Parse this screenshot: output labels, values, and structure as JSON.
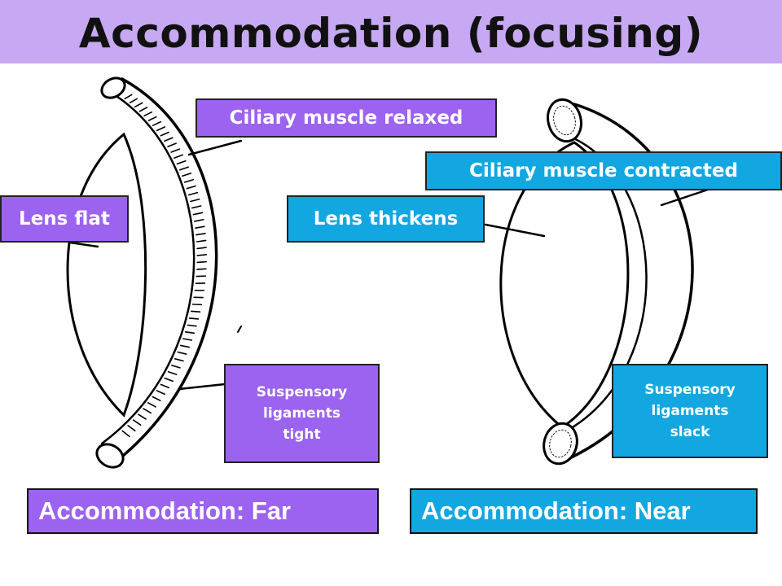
{
  "title": "Accommodation (focusing)",
  "far": {
    "ciliary_label": "Ciliary muscle relaxed",
    "lens_label": "Lens flat",
    "ligament_label_lines": [
      "Suspensory",
      "ligaments",
      "tight"
    ],
    "caption": "Accommodation: Far"
  },
  "near": {
    "ciliary_label": "Ciliary muscle contracted",
    "lens_label": "Lens thickens",
    "ligament_label_lines": [
      "Suspensory",
      "ligaments",
      "slack"
    ],
    "caption": "Accommodation: Near"
  },
  "colors": {
    "title_band": "#c7a8f2",
    "far_labels": "#9b63f0",
    "near_labels": "#12a7e0"
  }
}
